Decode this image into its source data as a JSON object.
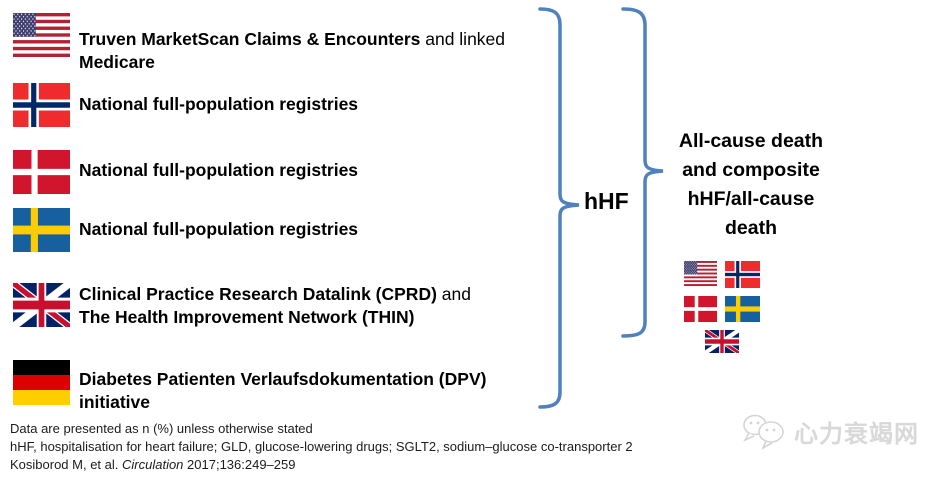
{
  "rows": [
    {
      "flag": "usa",
      "bold_a": "Truven MarketScan Claims & Encounters",
      "regular": " and linked",
      "bold_b": "Medicare"
    },
    {
      "flag": "norway",
      "bold_a": "National full-population registries"
    },
    {
      "flag": "denmark",
      "bold_a": "National full-population registries"
    },
    {
      "flag": "sweden",
      "bold_a": "National full-population registries"
    },
    {
      "flag": "uk",
      "bold_a": "Clinical Practice Research Datalink (CPRD)",
      "regular": " and",
      "bold_b": "The Health Improvement Network (THIN)"
    },
    {
      "flag": "germany",
      "bold_a": "Diabetes Patienten Verlaufsdokumentation (DPV)",
      "bold_b": "initiative"
    }
  ],
  "braces": {
    "hhf_label": "hHF",
    "outcome_lines": [
      "All-cause death",
      "and composite",
      "hHF/all-cause",
      "death"
    ],
    "color": "#4f81bd"
  },
  "mini_flags": [
    "usa",
    "norway",
    "denmark",
    "sweden",
    "uk"
  ],
  "footnote": {
    "line1": "Data are presented as n (%) unless otherwise stated",
    "line2": "hHF, hospitalisation for heart failure; GLD, glucose-lowering drugs; SGLT2, sodium–glucose co-transporter 2",
    "citation_pre": "Kosiborod M, et al. ",
    "citation_journal": "Circulation",
    "citation_post": " 2017;136:249–259"
  },
  "watermark": {
    "text": "心力衰竭网",
    "logo": "wechat-bubbles-icon"
  },
  "colors": {
    "brace": "#4f81bd",
    "text": "#000000",
    "watermark_gray": "#d8d8d8"
  }
}
